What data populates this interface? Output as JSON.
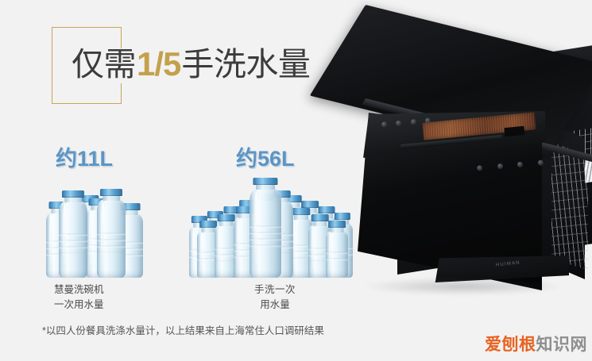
{
  "background_color": "#f2f2f2",
  "headline": {
    "prefix": "仅需",
    "fraction": "1/5",
    "suffix": "手洗水量",
    "gold_color": "#c3a14c",
    "text_color": "#3c3c3c"
  },
  "frame": {
    "border_color": "#c9a456"
  },
  "comparison": {
    "accent_color": "#5b95c4",
    "left": {
      "volume_label": "约11L",
      "caption_line_1": "慧曼洗碗机",
      "caption_line_2": "一次用水量",
      "bottle_count": 6
    },
    "right": {
      "volume_label": "约56L",
      "caption_line_1": "手洗一次",
      "caption_line_2": "用水量",
      "bottle_count": 17
    }
  },
  "footnote": "*以四人份餐具洗涤水量计，以上结果来自上海常住人口调研结果",
  "watermark": {
    "part_1": "爱刨根",
    "part_2": "知识网",
    "color_1": "#e8631f",
    "color_2": "#8e8e8e"
  },
  "product": {
    "name": "dishwasher",
    "brand_mark": "HUIMAN",
    "body_color": "#0b0c0d",
    "accent_panel_color": "#8b4e2c"
  }
}
